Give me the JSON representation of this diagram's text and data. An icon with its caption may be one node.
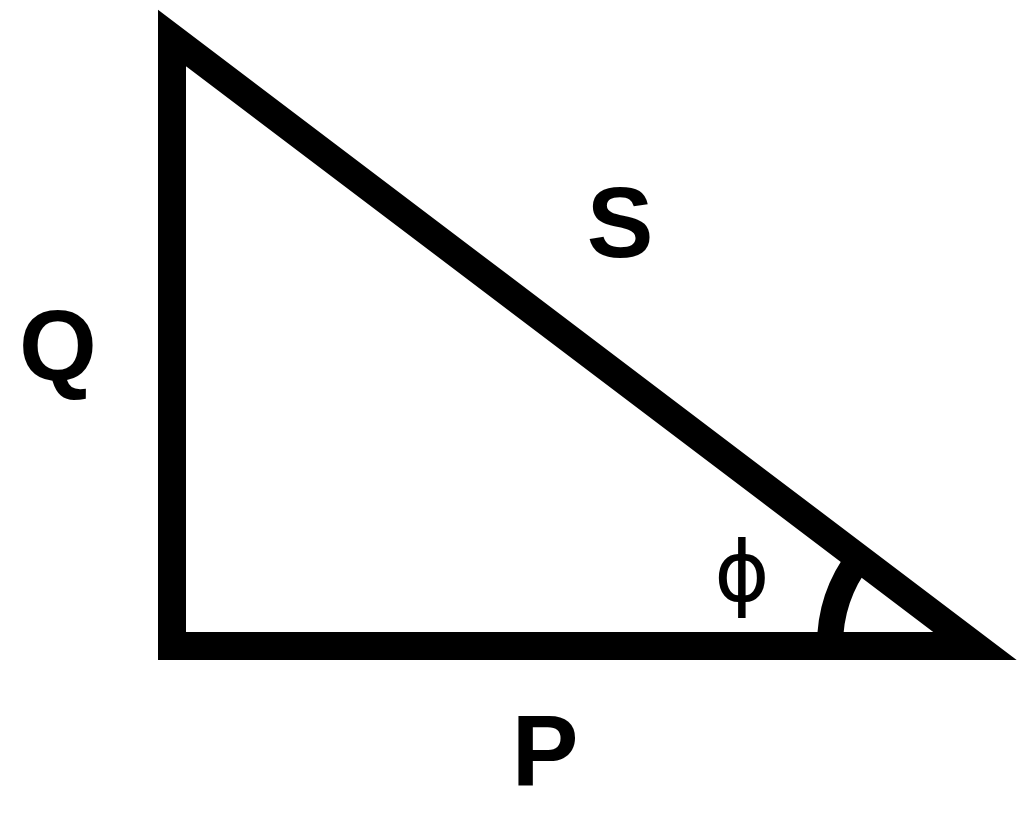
{
  "diagram": {
    "labels": [
      "S",
      "Q",
      "ϕ",
      "P"
    ]
  }
}
